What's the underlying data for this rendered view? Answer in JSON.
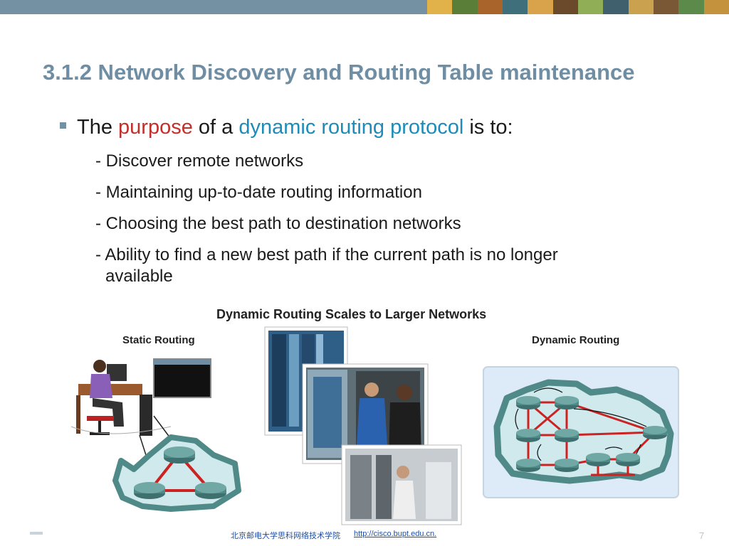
{
  "slide": {
    "title": "3.1.2 Network Discovery and Routing Table maintenance",
    "bullet": {
      "part1": "The ",
      "part2": "purpose",
      "part3": " of a ",
      "part4": "dynamic routing protocol",
      "part5": " is to:"
    },
    "subitems": [
      "- Discover remote networks",
      "- Maintaining up-to-date routing information",
      "- Choosing the best path to destination networks",
      "- Ability to find a new best path if the current path is no longer"
    ],
    "subitem_continuation": "available"
  },
  "figure": {
    "title": "Dynamic Routing Scales to Larger Networks",
    "left_label": "Static Routing",
    "right_label": "Dynamic Routing"
  },
  "footer": {
    "institution": "北京邮电大学思科网络技术学院",
    "link": "http://cisco.bupt.edu.cn.",
    "page_number": "7"
  },
  "colors": {
    "title": "#6f8ea3",
    "accent_red": "#c0302d",
    "accent_blue": "#1d8cb8",
    "top_bar": "#7391a3",
    "router": "#4f8a88",
    "link_red": "#cc2222"
  }
}
